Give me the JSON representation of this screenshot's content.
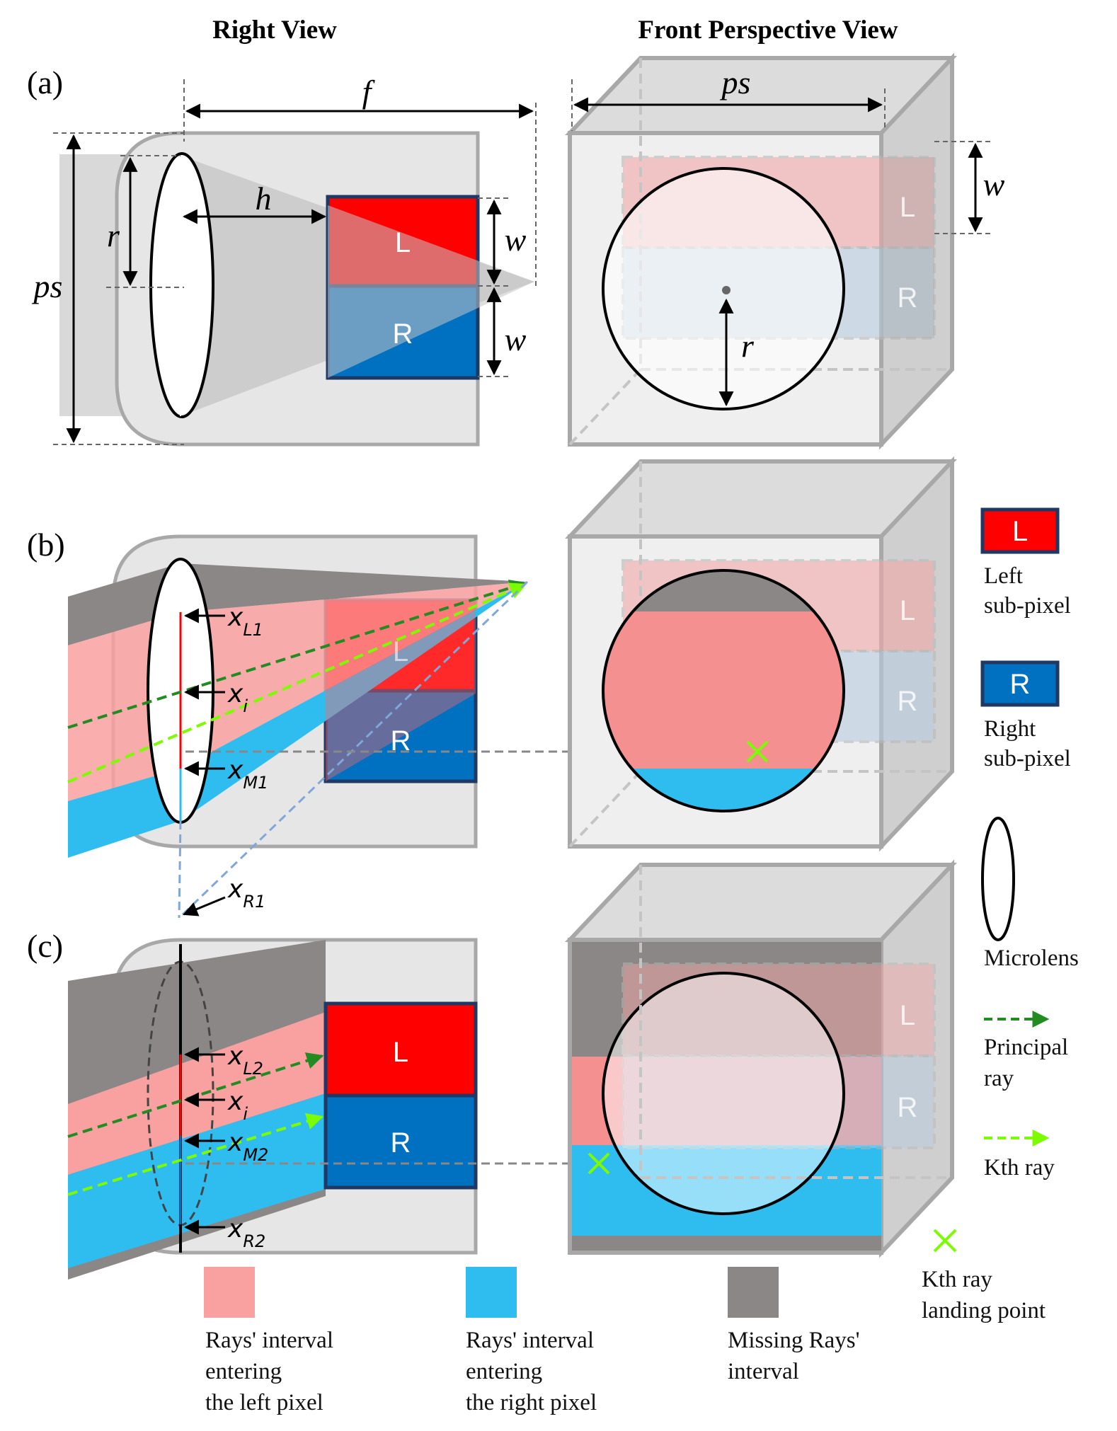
{
  "headers": {
    "left": "Right View",
    "right": "Front Perspective View"
  },
  "panels": {
    "a": "(a)",
    "b": "(b)",
    "c": "(c)"
  },
  "symbols": {
    "f": "f",
    "ps": "ps",
    "r": "r",
    "h": "h",
    "w": "w",
    "L": "L",
    "R": "R"
  },
  "rays_b": {
    "xL1": "x",
    "xL1_idx": "L1",
    "xi": "x",
    "xi_idx": "i",
    "xM1": "x",
    "xM1_idx": "M1",
    "xR1": "x",
    "xR1_idx": "R1"
  },
  "rays_c": {
    "xL2": "x",
    "xL2_idx": "L2",
    "xi": "x",
    "xi_idx": "i",
    "xM2": "x",
    "xM2_idx": "M2",
    "xR2": "x",
    "xR2_idx": "R2"
  },
  "legend": {
    "left_pixel_symbol": "L",
    "left_pixel_1": "Left",
    "left_pixel_2": "sub-pixel",
    "right_pixel_symbol": "R",
    "right_pixel_1": "Right",
    "right_pixel_2": "sub-pixel",
    "microlens": "Microlens",
    "principal_1": "Principal",
    "principal_2": "ray",
    "kth": "Kth ray",
    "landing_1": "Kth ray",
    "landing_2": "landing point",
    "left_interval_1": "Rays' interval",
    "left_interval_2": "entering",
    "left_interval_3": "the left pixel",
    "right_interval_1": "Rays' interval",
    "right_interval_2": "entering",
    "right_interval_3": "the right pixel",
    "missing_1": "Missing Rays'",
    "missing_2": "interval"
  },
  "colors": {
    "left": "#ff0000",
    "right": "#0070c0",
    "left_interval": "#f9a0a0",
    "right_interval": "#2fbdf0",
    "missing": "#8c8787",
    "principal": "#228b22",
    "kth": "#7cfc00"
  }
}
